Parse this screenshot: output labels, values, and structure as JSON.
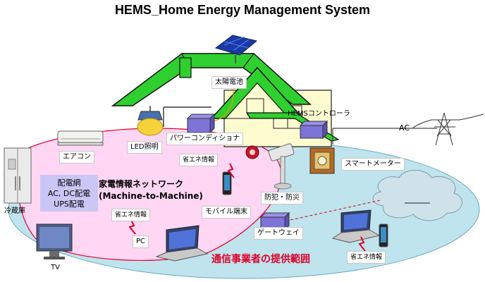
{
  "title": "HEMS_Home Energy Management System",
  "labels": {
    "solar": "太陽電池",
    "hems_controller": "HEMSコントローラ",
    "ac": "AC",
    "power_conditioner": "パワーコンディショナ",
    "aircon": "エアコン",
    "led": "LED照明",
    "smart_meter": "スマートメーター",
    "fridge": "冷蔵庫",
    "security": "防犯・防災",
    "mobile": "モバイル端末",
    "gateway": "ゲートウェイ",
    "pc": "PC",
    "tv": "TV",
    "energy_save_1": "省エネ情報",
    "energy_save_2": "省エネ情報",
    "energy_save_3": "省エネ情報"
  },
  "distribution": {
    "line1": "配電網",
    "line2": "AC, DC配電",
    "line3": "UPS配電"
  },
  "network": {
    "line1": "家電情報ネットワーク",
    "line2": "(Machine-to-Machine)"
  },
  "provider": "通信事業者の提供範囲",
  "colors": {
    "roof": "#2fcf2f",
    "house_wall": "#fdfbd0",
    "base_ellipse": "#bfe4ee",
    "home_zone": "#ffd6f3",
    "zone_border": "#e0002a",
    "provider_text": "#e0002a"
  }
}
